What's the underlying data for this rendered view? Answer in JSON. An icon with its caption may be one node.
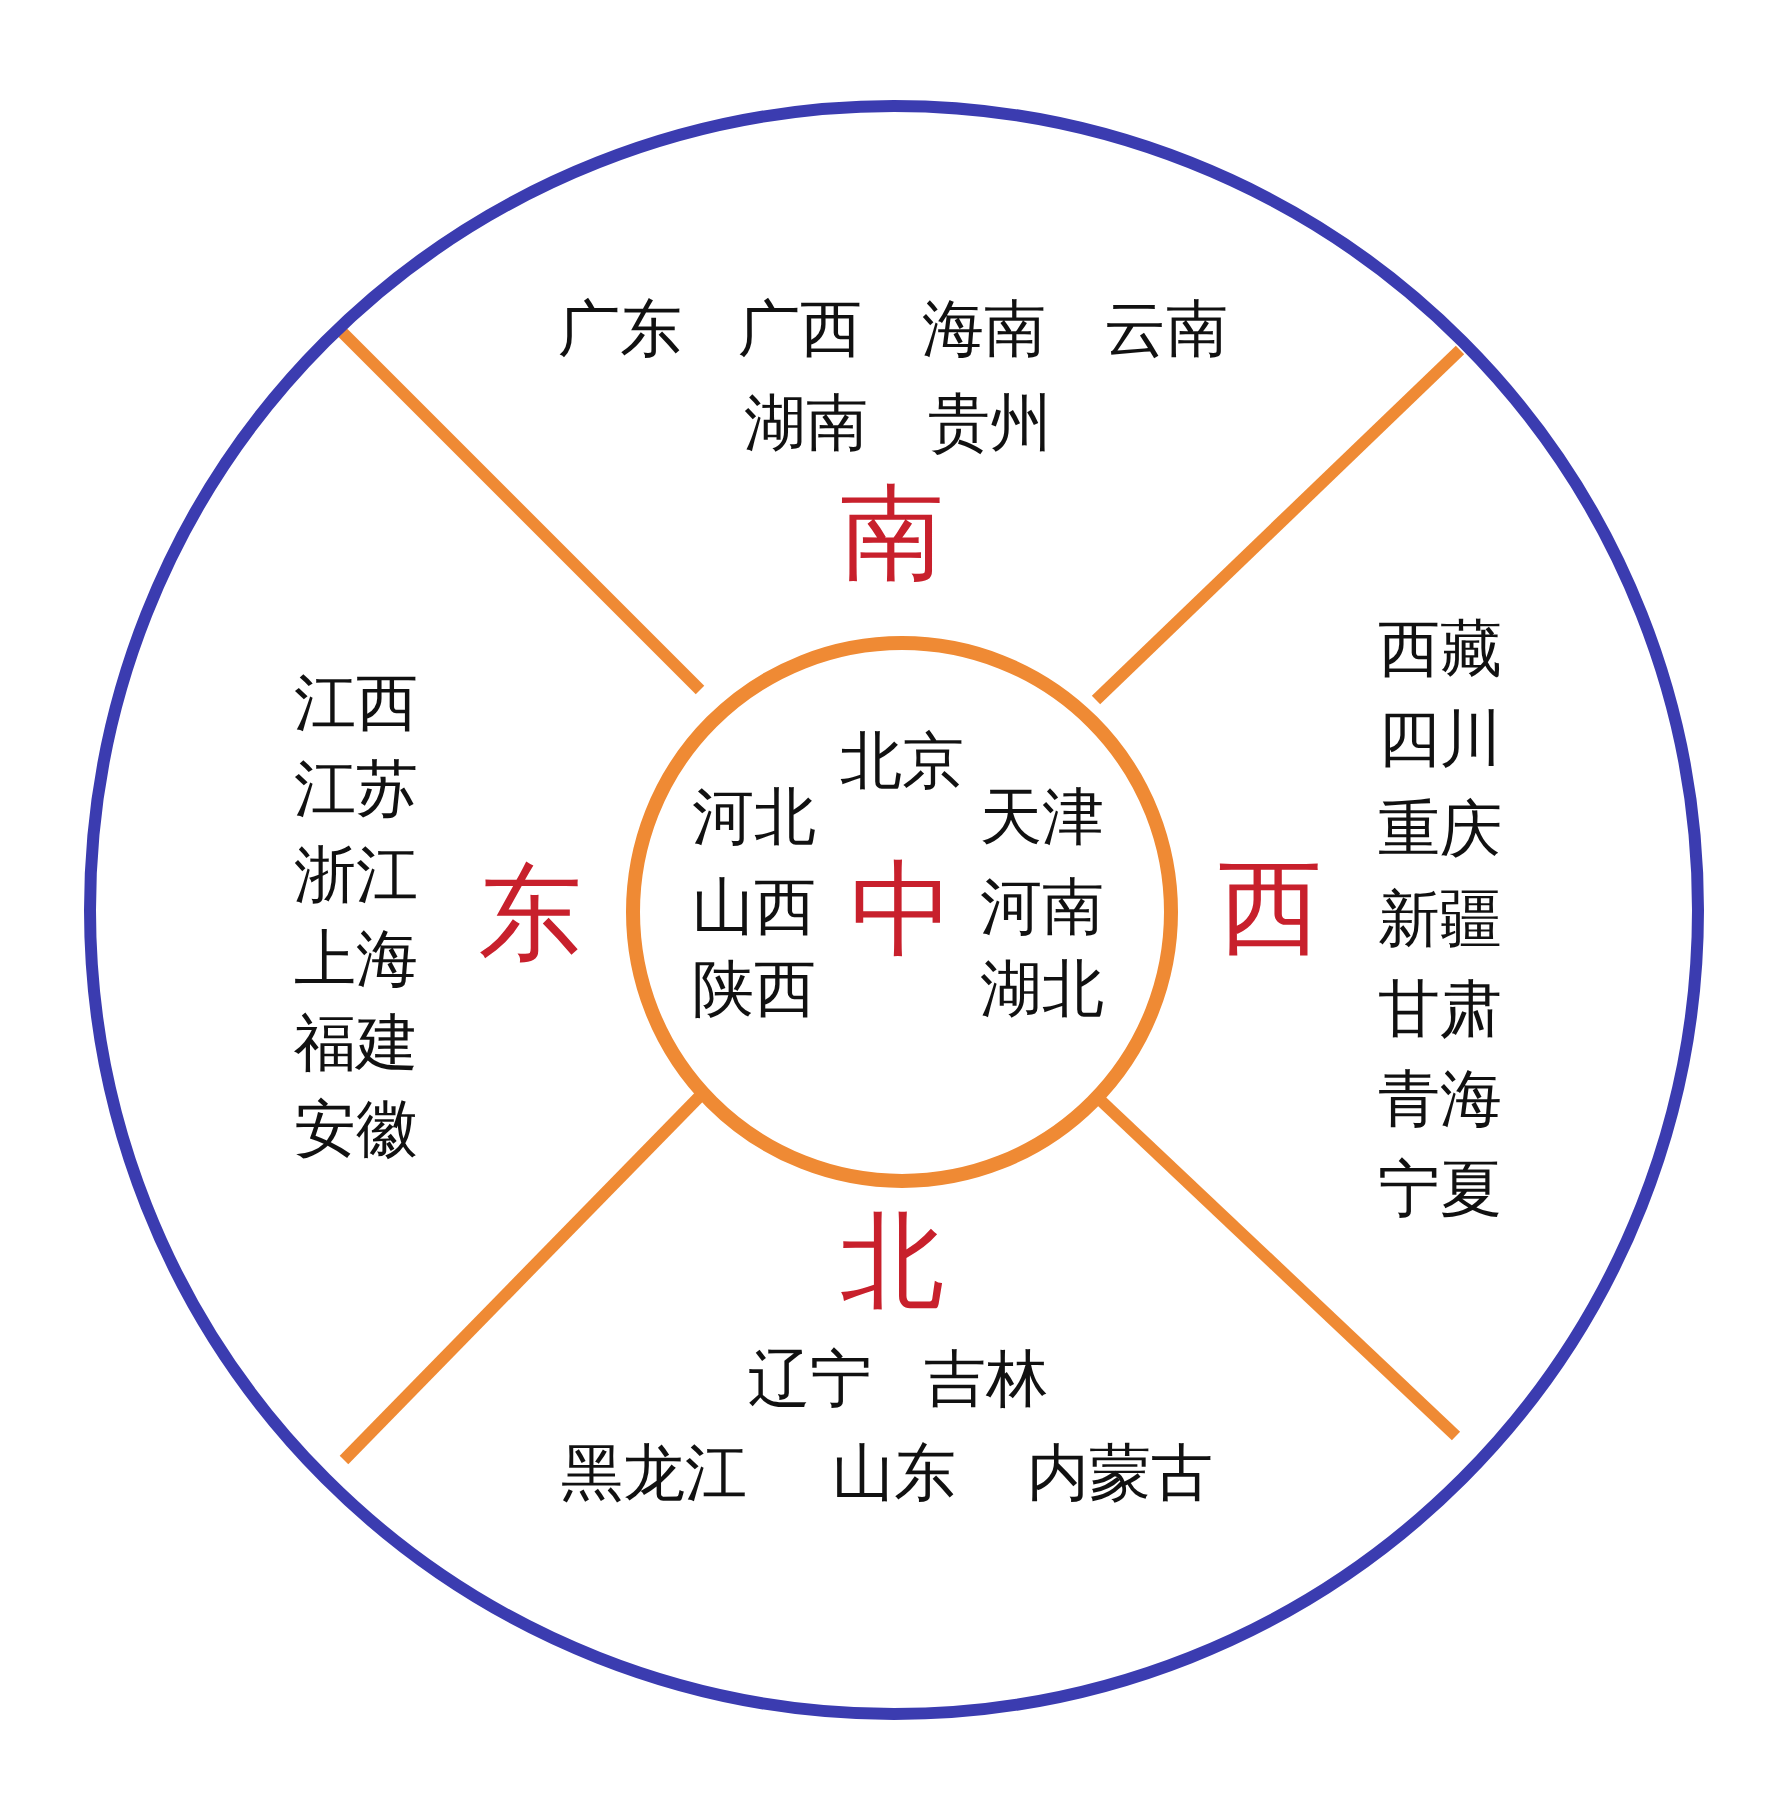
{
  "diagram": {
    "nodes": [
      {
        "text": [],
        "shape": "circle"
      },
      {
        "text": [
          "北京",
          "河北",
          "天津",
          "山西",
          "中",
          "河南",
          "陕西",
          "湖北"
        ],
        "in": 0
      }
    ],
    "edges": [],
    "labels": [
      "广东",
      "广西",
      "海南",
      "云南",
      "湖南",
      "贵州",
      "南",
      "江西",
      "江苏",
      "浙江",
      "上海",
      "福建",
      "安徽",
      "东",
      "西藏",
      "四川",
      "重庆",
      "新疆",
      "甘肃",
      "青海",
      "宁夏",
      "西",
      "北",
      "辽宁",
      "吉林",
      "黑龙江",
      "山东",
      "内蒙古"
    ]
  }
}
